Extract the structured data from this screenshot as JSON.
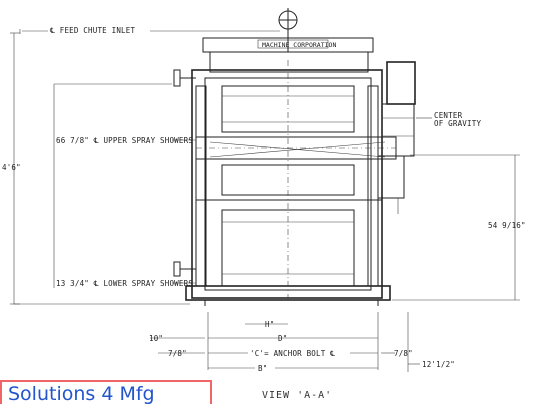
{
  "labels": {
    "feed_chute_inlet": "℄ FEED CHUTE INLET",
    "upper_spray": "66 7/8\" ℄ UPPER SPRAY SHOWERS",
    "lower_spray": "13 3/4\" ℄ LOWER SPRAY SHOWERS",
    "center_of_gravity_1": "CENTER",
    "center_of_gravity_2": "OF GRAVITY",
    "left_height": "4'6\"",
    "right_height": "54 9/16\"",
    "dim_10": "10\"",
    "dim_7_8_left": "7/8\"",
    "dim_7_8_right": "7/8\"",
    "dim_h": "H\"",
    "dim_d": "D\"",
    "anchor_bolt": "'C'= ANCHOR BOLT ℄",
    "dim_b": "B\"",
    "dim_12_half": "12'1/2\"",
    "nameplate": "MACHINE CORPORATION",
    "view": "VIEW 'A-A'"
  },
  "watermark": "Solutions 4 Mfg"
}
